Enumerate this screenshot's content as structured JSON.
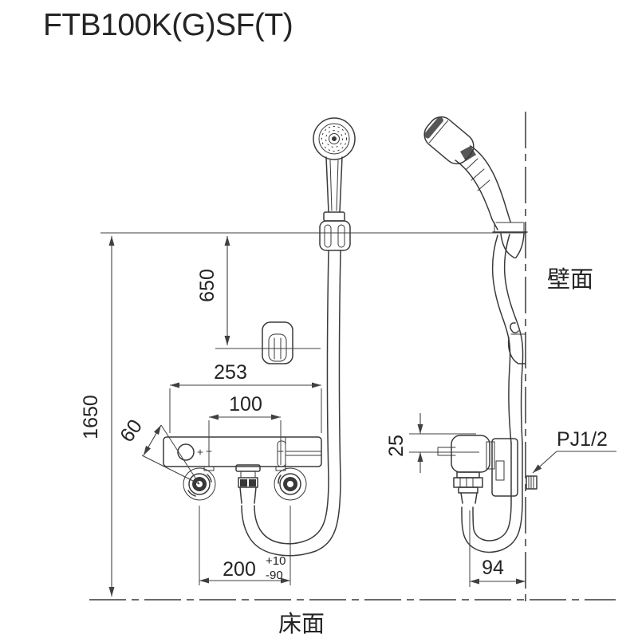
{
  "title": "FTB100K(G)SF(T)",
  "labels": {
    "wall": "壁面",
    "floor": "床面",
    "thread_spec": "PJ1/2"
  },
  "dimensions": {
    "holder_height_from_floor": "1650",
    "holder_spacing": "650",
    "faucet_width": "253",
    "inlet_pitch": "100",
    "crank_offset": "60",
    "pipe_pitch": "200",
    "pipe_pitch_tol_plus": "+10",
    "pipe_pitch_tol_minus": "-90",
    "union_axis_offset": "25",
    "wall_clearance": "94"
  },
  "colors": {
    "line": "#3a3a3a",
    "text": "#242424",
    "background": "#ffffff"
  }
}
